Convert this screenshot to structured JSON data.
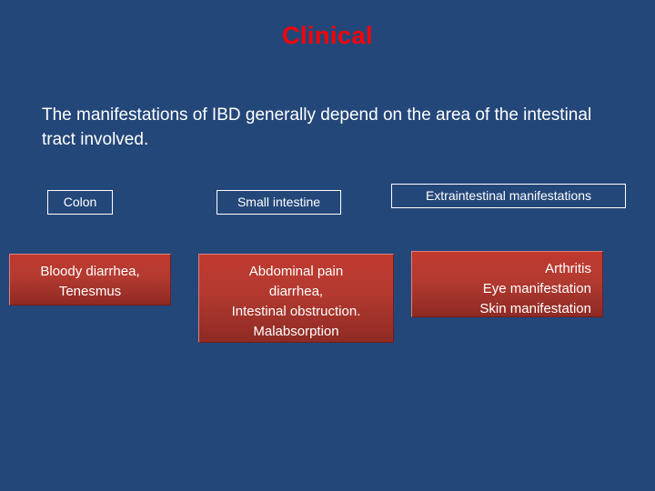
{
  "slide": {
    "title": "Clinical",
    "title_color": "#ff0000",
    "background_color": "#24477a",
    "intro": "The manifestations of IBD generally depend on the area of the intestinal tract involved."
  },
  "columns": [
    {
      "header": "Colon",
      "content_lines": [
        "Bloody diarrhea,",
        "Tenesmus"
      ]
    },
    {
      "header": "Small intestine",
      "content_lines": [
        "Abdominal pain",
        "diarrhea,",
        "Intestinal obstruction.",
        "Malabsorption"
      ]
    },
    {
      "header": "Extraintestinal  manifestations",
      "content_lines": [
        "Arthritis",
        "Eye manifestation",
        "Skin manifestation"
      ]
    }
  ],
  "colors": {
    "box_fill_top": "#c0392f",
    "box_fill_bottom": "#8e2a24",
    "text": "#ffffff"
  }
}
